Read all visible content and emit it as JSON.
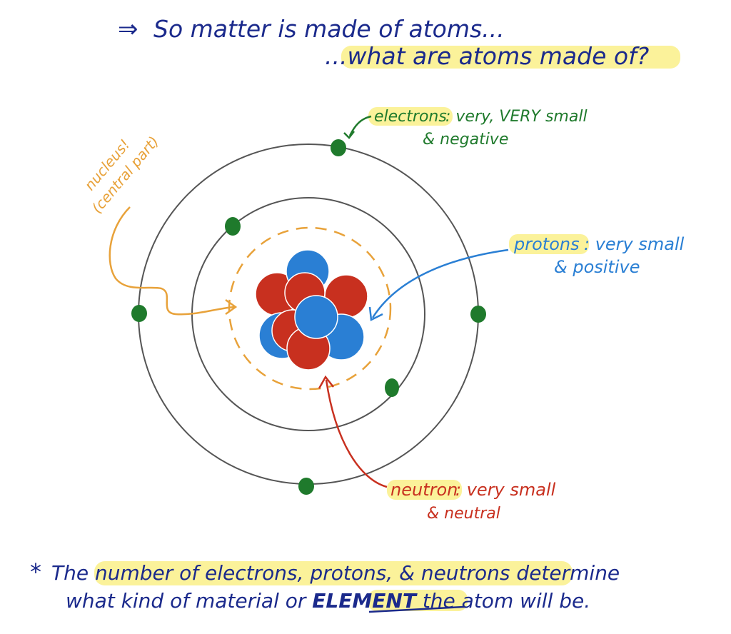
{
  "header": {
    "arrow": "⇒",
    "line1": "So matter is made of atoms...",
    "line2": "...what are atoms made of?"
  },
  "labels": {
    "electrons": {
      "term": "electrons",
      "line1_rest": ": very, VERY small",
      "line2": "& negative"
    },
    "protons": {
      "term": "protons",
      "line1_rest": ": very small",
      "line2": "& positive"
    },
    "neutron": {
      "term": "neutron",
      "line1_rest": ": very small",
      "line2": "& neutral"
    },
    "nucleus": {
      "line1": "nucleus!",
      "line2": "(central part)"
    }
  },
  "footer": {
    "star": "*",
    "line1_pre": "The ",
    "line1_highlight": "number of electrons, protons, & neutrons",
    "line1_post": " determine",
    "line2_pre": "what kind of material or ",
    "line2_element": "ELEMENT",
    "line2_post": " the atom will be."
  },
  "colors": {
    "ink": "#1b2a8c",
    "highlight": "#fbf29a",
    "electron": "#1f7a2c",
    "proton": "#2a7fd4",
    "neutron": "#c8301f",
    "nucleus_label": "#e8a23a",
    "orbit": "#555555"
  }
}
